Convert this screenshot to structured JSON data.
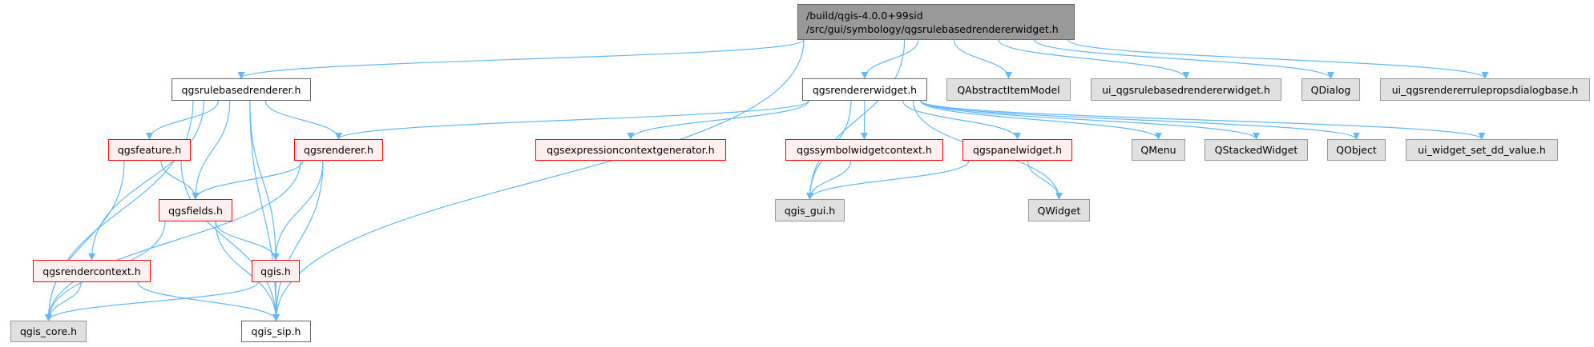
{
  "colors": {
    "edge": "#63b8ff",
    "root_fill": "#999999",
    "external_fill": "#e0e0e0",
    "incomplete_border": "#ff0000"
  },
  "nodes": {
    "root": {
      "line1": "/build/qgis-4.0.0+99sid",
      "line2": "/src/gui/symbology/qgsrulebasedrendererwidget.h"
    },
    "qgsrulebasedrenderer": "qgsrulebasedrenderer.h",
    "qgsfeature": "qgsfeature.h",
    "qgsrenderer": "qgsrenderer.h",
    "qgsfields": "qgsfields.h",
    "qgsrendercontext": "qgsrendercontext.h",
    "qgis": "qgis.h",
    "qgis_core": "qgis_core.h",
    "qgis_sip": "qgis_sip.h",
    "qgsrendererwidget": "qgsrendererwidget.h",
    "QAbstractItemModel": "QAbstractItemModel",
    "ui_qgsrulebasedrendererwidget": "ui_qgsrulebasedrendererwidget.h",
    "QDialog": "QDialog",
    "ui_qgsrendererrulepropsdialogbase": "ui_qgsrendererrulepropsdialogbase.h",
    "qgsexpressioncontextgenerator": "qgsexpressioncontextgenerator.h",
    "qgssymbolwidgetcontext": "qgssymbolwidgetcontext.h",
    "qgspanelwidget": "qgspanelwidget.h",
    "qgis_gui": "qgis_gui.h",
    "QWidget": "QWidget",
    "QMenu": "QMenu",
    "QStackedWidget": "QStackedWidget",
    "QObject": "QObject",
    "ui_widget_set_dd_value": "ui_widget_set_dd_value.h"
  },
  "edges": [
    [
      "root",
      "qgsrulebasedrenderer"
    ],
    [
      "root",
      "qgsrendererwidget"
    ],
    [
      "root",
      "QAbstractItemModel"
    ],
    [
      "root",
      "ui_qgsrulebasedrendererwidget"
    ],
    [
      "root",
      "QDialog"
    ],
    [
      "root",
      "ui_qgsrendererrulepropsdialogbase"
    ],
    [
      "root",
      "qgis_gui"
    ],
    [
      "root",
      "qgis_sip"
    ],
    [
      "qgsrulebasedrenderer",
      "qgsfeature"
    ],
    [
      "qgsrulebasedrenderer",
      "qgsfields"
    ],
    [
      "qgsrulebasedrenderer",
      "qgis"
    ],
    [
      "qgsrulebasedrenderer",
      "qgsrenderer"
    ],
    [
      "qgsrulebasedrenderer",
      "qgis_core"
    ],
    [
      "qgsrulebasedrenderer",
      "qgsrendercontext"
    ],
    [
      "qgsrulebasedrenderer",
      "qgis_sip"
    ],
    [
      "qgsfeature",
      "qgsfields"
    ],
    [
      "qgsfeature",
      "qgis_core"
    ],
    [
      "qgsfeature",
      "qgis_sip"
    ],
    [
      "qgsrenderer",
      "qgsfields"
    ],
    [
      "qgsrenderer",
      "qgis"
    ],
    [
      "qgsrenderer",
      "qgis_core"
    ],
    [
      "qgsrenderer",
      "qgis_sip"
    ],
    [
      "qgsfields",
      "qgis"
    ],
    [
      "qgsfields",
      "qgis_core"
    ],
    [
      "qgsfields",
      "qgis_sip"
    ],
    [
      "qgsrendercontext",
      "qgis_core"
    ],
    [
      "qgsrendercontext",
      "qgis_sip"
    ],
    [
      "qgis",
      "qgis_core"
    ],
    [
      "qgis",
      "qgis_sip"
    ],
    [
      "qgsrendererwidget",
      "qgsrenderer"
    ],
    [
      "qgsrendererwidget",
      "qgsexpressioncontextgenerator"
    ],
    [
      "qgsrendererwidget",
      "qgis_gui"
    ],
    [
      "qgsrendererwidget",
      "qgssymbolwidgetcontext"
    ],
    [
      "qgsrendererwidget",
      "qgspanelwidget"
    ],
    [
      "qgsrendererwidget",
      "QWidget"
    ],
    [
      "qgsrendererwidget",
      "QMenu"
    ],
    [
      "qgsrendererwidget",
      "QStackedWidget"
    ],
    [
      "qgsrendererwidget",
      "QObject"
    ],
    [
      "qgsrendererwidget",
      "ui_widget_set_dd_value"
    ],
    [
      "qgssymbolwidgetcontext",
      "qgis_gui"
    ],
    [
      "qgspanelwidget",
      "qgis_gui"
    ],
    [
      "qgspanelwidget",
      "QWidget"
    ]
  ]
}
